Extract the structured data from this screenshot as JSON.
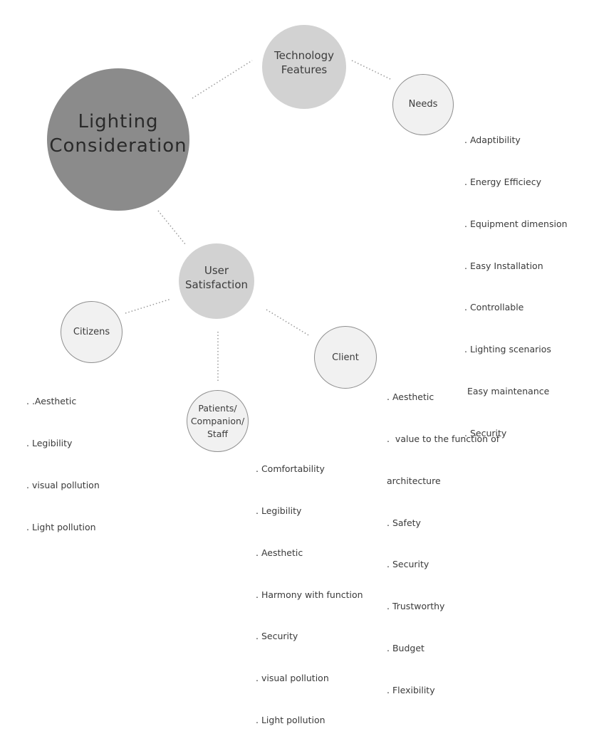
{
  "diagram": {
    "root": {
      "label": "Lighting\nConsideration",
      "fill": "#8b8b8b"
    },
    "branches": [
      {
        "id": "technology-features",
        "label": "Technology\nFeatures",
        "fill": "#d2d2d2",
        "children": [
          {
            "id": "needs",
            "label": "Needs",
            "items": [
              ". Adaptibility",
              ". Energy Efficiecy",
              ". Equipment dimension",
              ". Easy Installation",
              ". Controllable",
              ". Lighting scenarios",
              " Easy maintenance",
              ". Security"
            ]
          }
        ]
      },
      {
        "id": "user-satisfaction",
        "label": "User\nSatisfaction",
        "fill": "#d2d2d2",
        "children": [
          {
            "id": "citizens",
            "label": "Citizens",
            "items": [
              ". .Aesthetic",
              ". Legibility",
              ". visual pollution",
              ". Light pollution"
            ]
          },
          {
            "id": "patients",
            "label": "Patients/\nCompanion/\nStaff",
            "items": [
              ". Comfortability",
              ". Legibility",
              ". Aesthetic",
              ". Harmony with function",
              ". Security",
              ". visual pollution",
              ". Light pollution"
            ]
          },
          {
            "id": "client",
            "label": "Client",
            "items": [
              ". Aesthetic",
              ".  value to the function of",
              "architecture",
              ". Safety",
              ". Security",
              ". Trustworthy",
              ". Budget",
              ". Flexibility"
            ]
          }
        ]
      }
    ],
    "colors": {
      "leaf_fill": "#f1f1f1",
      "leaf_border": "#8f8f8f",
      "connector": "#9a9a9a"
    }
  }
}
